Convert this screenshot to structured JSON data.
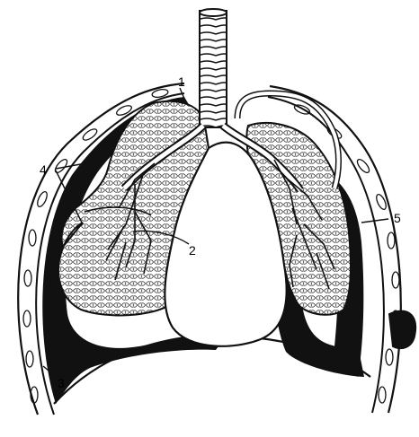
{
  "figure": {
    "labels": {
      "one": "1",
      "two": "2",
      "three": "3",
      "four": "4",
      "five": "5"
    }
  }
}
